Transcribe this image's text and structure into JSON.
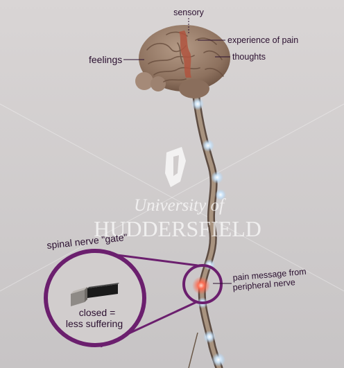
{
  "labels": {
    "sensory": "sensory",
    "experience_of_pain": "experience of pain",
    "feelings": "feelings",
    "thoughts": "thoughts",
    "spinal_gate": "spinal nerve \"gate\"",
    "pain_message_line1": "pain message from",
    "pain_message_line2": "peripheral nerve",
    "closed_line1": "closed =",
    "closed_line2": "less suffering"
  },
  "watermark": {
    "line1": "University of",
    "line2": "HUDDERSFIELD"
  },
  "colors": {
    "background_top": "#d7d3d3",
    "background_bottom": "#c9c6c7",
    "brain": "#9a7d6a",
    "brain_highlight": "#b0533e",
    "spinal_cord": "#8c7a6c",
    "gate_ring": "#6b1f6e",
    "pain_glow": "#ff6a4f",
    "nerve_glow": "#bfe3ff"
  }
}
